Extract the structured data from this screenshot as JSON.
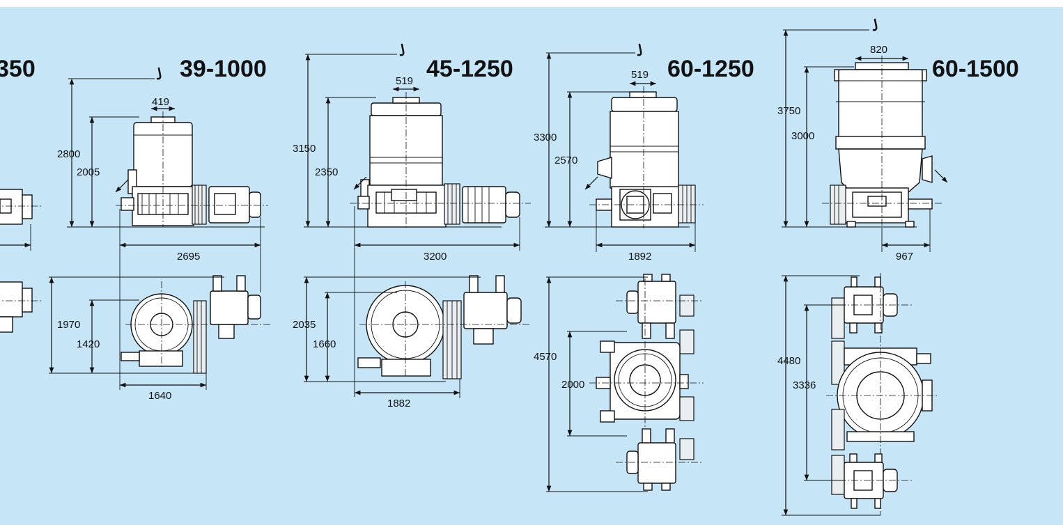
{
  "models": [
    {
      "id": "partial",
      "title": "350"
    },
    {
      "id": "m39-1000",
      "title": "39-1000",
      "side": {
        "total_height": "2800",
        "body_height": "2005",
        "top_width": "419",
        "length": "2695"
      },
      "plan": {
        "depth": "1970",
        "inner_depth": "1420",
        "width": "1640"
      }
    },
    {
      "id": "m45-1250",
      "title": "45-1250",
      "side": {
        "total_height": "3150",
        "body_height": "2350",
        "top_width": "519",
        "length": "3200"
      },
      "plan": {
        "depth": "2035",
        "inner_depth": "1660",
        "width": "1882"
      }
    },
    {
      "id": "m60-1250",
      "title": "60-1250",
      "side": {
        "total_height": "3300",
        "body_height": "2570",
        "top_width": "519",
        "length": "1892"
      },
      "plan": {
        "depth": "4570",
        "inner_depth": "2000"
      }
    },
    {
      "id": "m60-1500",
      "title": "60-1500",
      "side": {
        "total_height": "3750",
        "body_height": "3000",
        "top_width": "820",
        "length": "967"
      },
      "plan": {
        "depth": "4480",
        "inner_depth": "3336"
      }
    }
  ],
  "colors": {
    "background": "#c6e6f8",
    "page": "#ffffff",
    "ink": "#111111"
  },
  "icons": [
    "lifting-hook-icon",
    "outlet-arrow-icon"
  ]
}
